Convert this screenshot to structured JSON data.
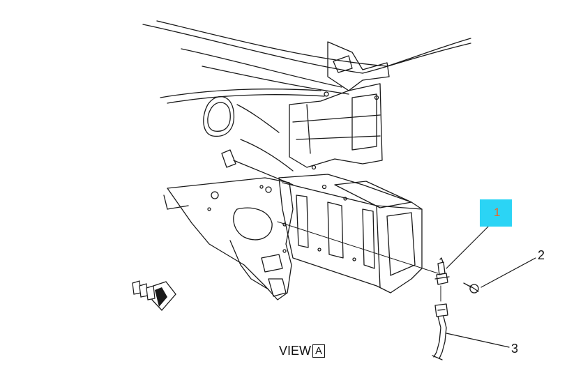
{
  "callouts": {
    "one": "1",
    "two": "2",
    "three": "3"
  },
  "view": {
    "word": "VIEW",
    "letter": "A"
  },
  "colors": {
    "highlight_box": "#2bd4f5",
    "highlight_text": "#e8672a",
    "line_art": "#1a1a1a"
  }
}
